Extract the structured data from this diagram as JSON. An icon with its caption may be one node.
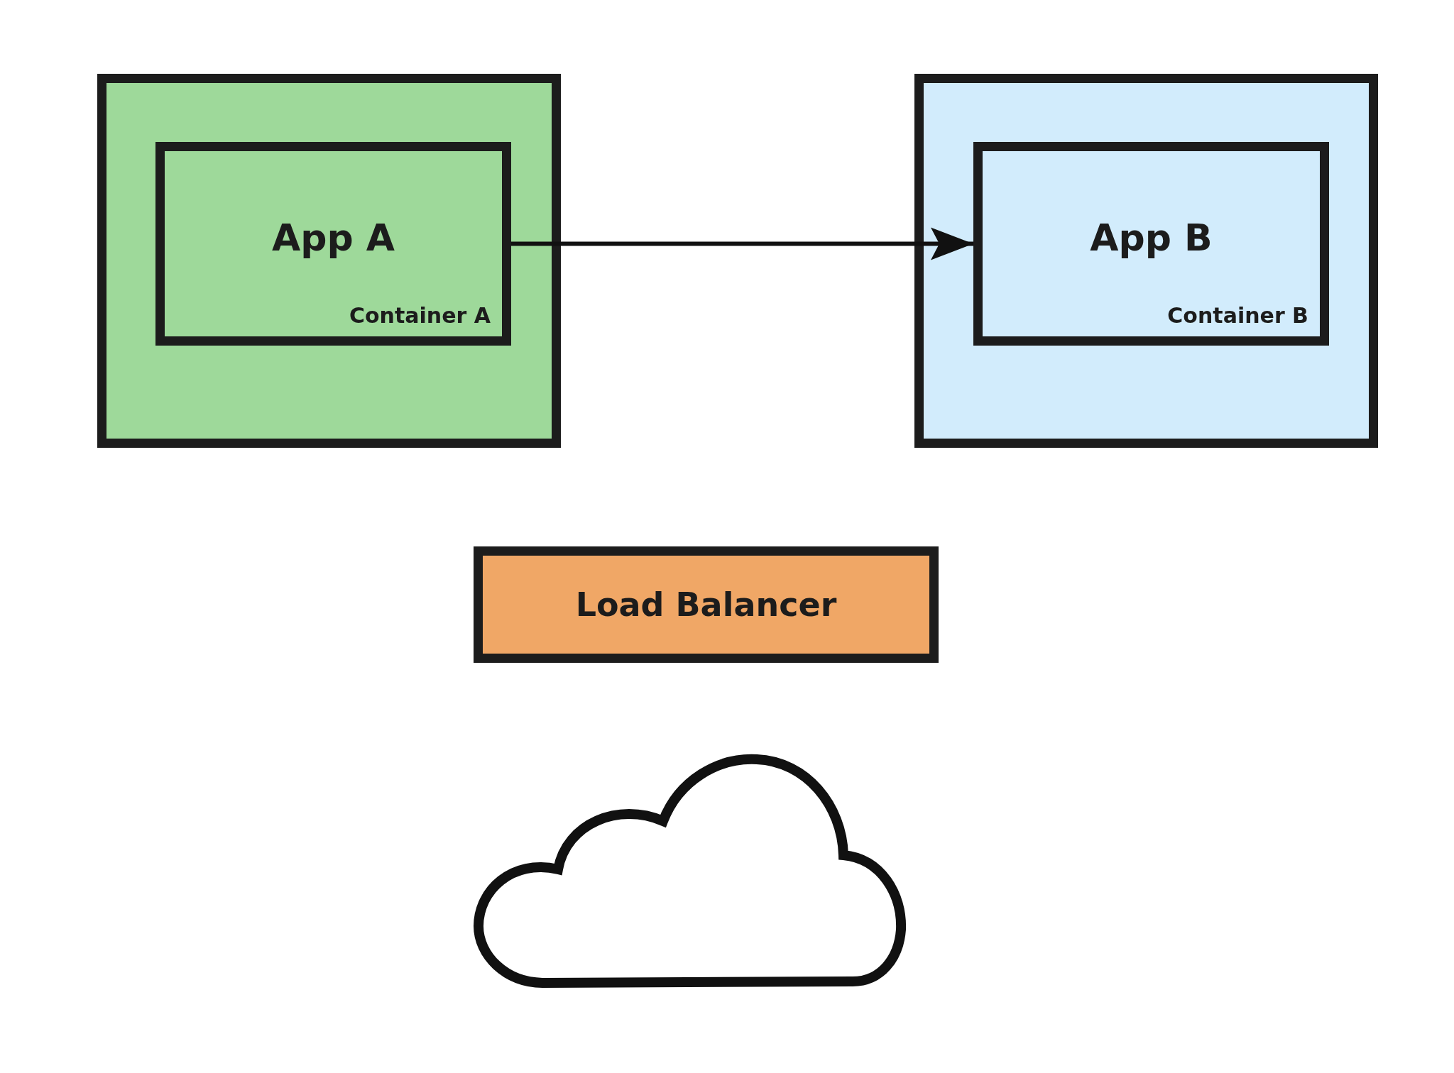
{
  "diagram": {
    "nodes": [
      {
        "text": [],
        "shape": "box"
      },
      {
        "text": [
          "App A",
          "Container A"
        ],
        "in": 0
      },
      {
        "text": [],
        "shape": "box"
      },
      {
        "text": [
          "App B",
          "Container B"
        ],
        "in": 2
      },
      {
        "text": [
          "Load Balancer"
        ]
      },
      {
        "text": [],
        "shape": "cloud"
      }
    ],
    "edges": [
      {
        "from": 1,
        "to": 3,
        "arrow": "to"
      }
    ]
  }
}
